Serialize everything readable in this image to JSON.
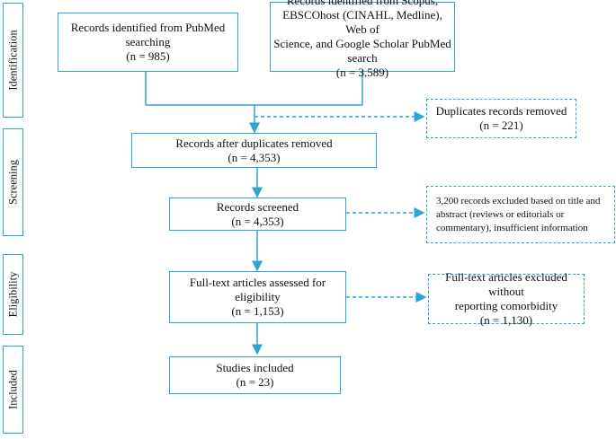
{
  "stages": {
    "identification": "Identification",
    "screening": "Screening",
    "eligibility": "Eligibility",
    "included": "Included"
  },
  "boxes": {
    "pubmed": [
      "Records identified from PubMed",
      "searching",
      "(n = 985)"
    ],
    "other_db": [
      "Records identified from Scopus,",
      "EBSCOhost (CINAHL, Medline), Web of",
      "Science, and Google Scholar PubMed",
      "search",
      "(n = 3,589)"
    ],
    "duplicates_removed": [
      "Duplicates records removed",
      "(n = 221)"
    ],
    "after_duplicates": [
      "Records after duplicates removed",
      "(n = 4,353)"
    ],
    "screened": [
      "Records screened",
      "(n = 4,353)"
    ],
    "excluded_title": [
      "3,200 records excluded based on title and",
      "abstract (reviews or editorials or",
      "commentary),  insufficient information"
    ],
    "fulltext_assessed": [
      "Full-text articles assessed for",
      "eligibility",
      "(n = 1,153)"
    ],
    "fulltext_excluded": [
      "Full-text articles excluded without",
      "reporting comorbidity",
      "(n = 1,130)"
    ],
    "included": [
      "Studies included",
      "(n = 23)"
    ]
  },
  "colors": {
    "border": "#2da4d4",
    "arrow": "#2da4d4"
  }
}
